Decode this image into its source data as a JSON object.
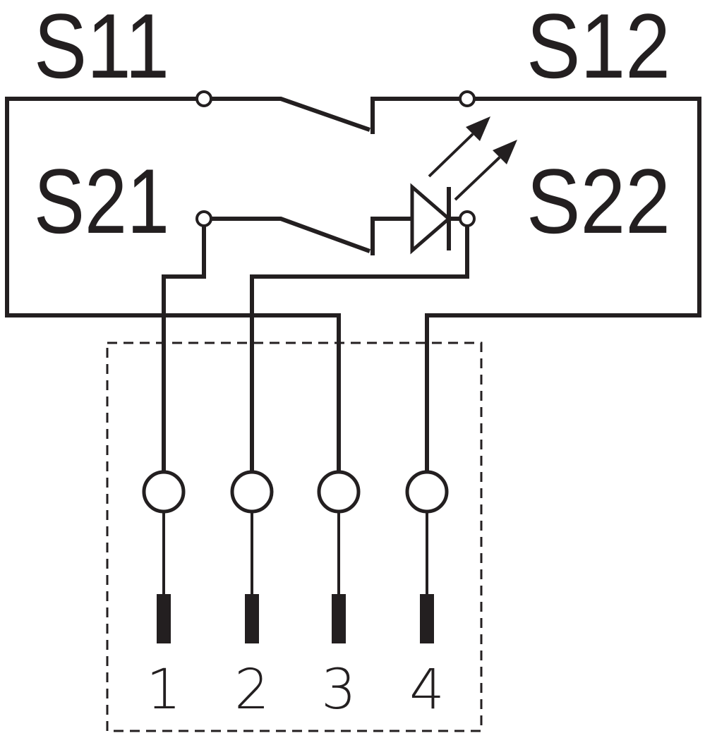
{
  "terminals": {
    "s11": "S11",
    "s12": "S12",
    "s21": "S21",
    "s22": "S22"
  },
  "pins": [
    "1",
    "2",
    "3",
    "4"
  ],
  "colors": {
    "ink": "#231f20",
    "background": "#ffffff"
  }
}
